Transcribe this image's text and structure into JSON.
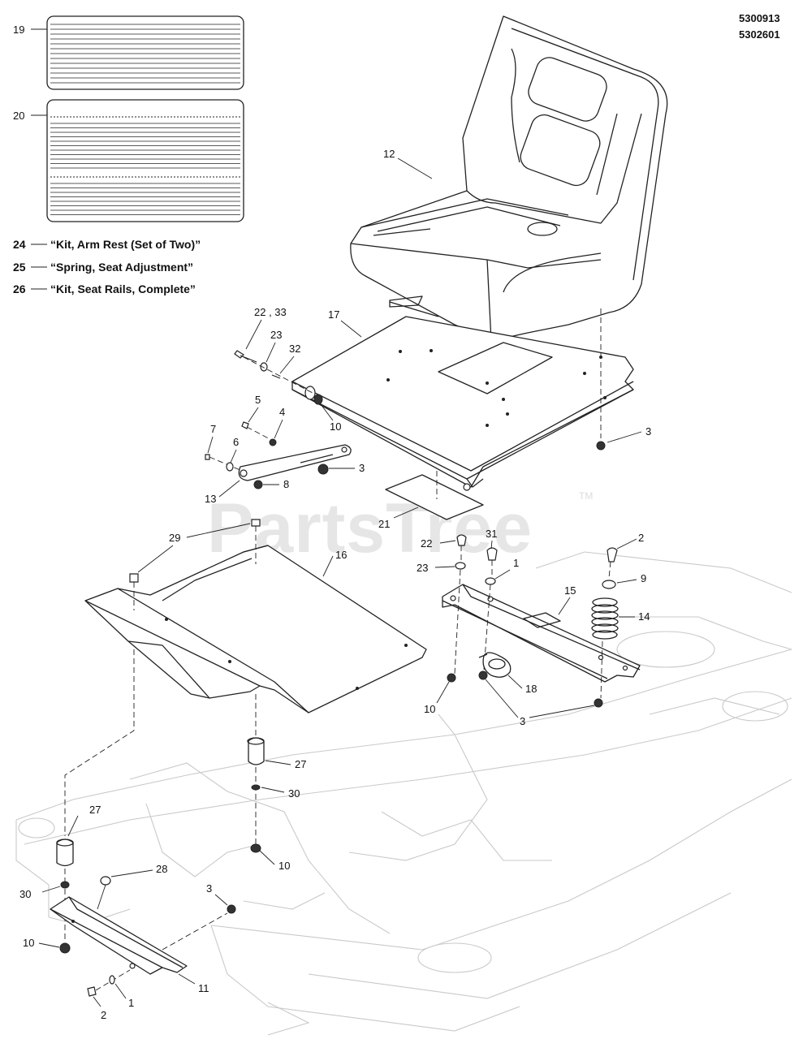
{
  "document": {
    "part_numbers": [
      "5300913",
      "5302601"
    ]
  },
  "watermark": {
    "text": "PartsTree",
    "trademark": "TM"
  },
  "decals": [
    {
      "ref": "19"
    },
    {
      "ref": "20"
    }
  ],
  "notes": [
    {
      "ref": "24",
      "text": "“Kit, Arm Rest (Set of Two)”"
    },
    {
      "ref": "25",
      "text": "“Spring, Seat Adjustment”"
    },
    {
      "ref": "26",
      "text": "“Kit, Seat Rails, Complete”"
    }
  ],
  "callouts": {
    "seat": "12",
    "seat_plate": "17",
    "bolt_top": "22 , 33",
    "washer_top": "23",
    "spacer_top": "32",
    "nut_top": "10",
    "bolt_arm": "5",
    "washer_arm": "4",
    "screw_arm": "7",
    "spacer_arm": "6",
    "nut_arm": "3",
    "arm_nut2": "8",
    "arm_link": "13",
    "nut_right_top": "3",
    "pad": "21",
    "bolt_mount1": "22",
    "washer_mount1": "23",
    "bolt_mount2": "31",
    "washer_mount2": "1",
    "rail_bracket": "15",
    "bolt_spring": "2",
    "washer_spring": "9",
    "spring": "14",
    "clip": "18",
    "nut_bracket": "10",
    "nut_bracket2": "3",
    "pan_bolt": "29",
    "seat_pan": "16",
    "bumper_right": "27",
    "washer_right": "30",
    "nut_right": "10",
    "bumper_left": "27",
    "washer_left": "30",
    "plug": "28",
    "nut_frame": "3",
    "nut_left": "10",
    "front_bracket": "11",
    "bolt_bottom": "2",
    "washer_bottom": "1"
  }
}
